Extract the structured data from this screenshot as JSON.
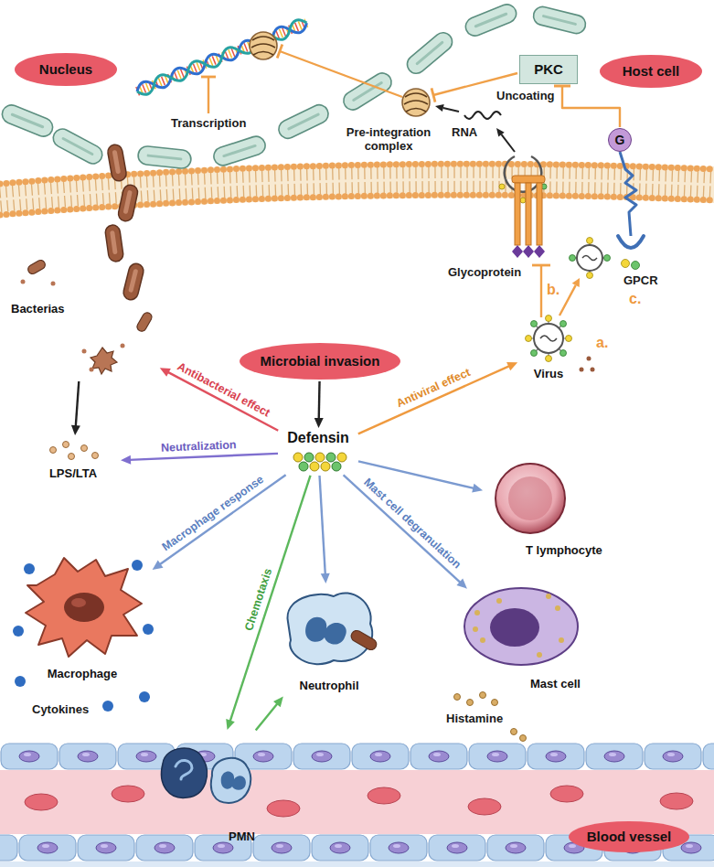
{
  "diagram": {
    "nodes": [
      {
        "text": [
          "Nucleus"
        ]
      },
      {
        "text": [
          "Host cell"
        ]
      },
      {
        "text": [
          "PKC"
        ]
      },
      {
        "text": [
          "G"
        ]
      },
      {
        "text": [
          "Bacterias"
        ]
      },
      {
        "text": [
          "Microbial invasion"
        ]
      },
      {
        "text": [
          "Virus"
        ]
      },
      {
        "text": [
          "Defensin"
        ]
      },
      {
        "text": [
          "LPS/LTA"
        ]
      },
      {
        "text": [
          "T lymphocyte"
        ]
      },
      {
        "text": [
          "Macrophage"
        ]
      },
      {
        "text": [
          "Neutrophil"
        ]
      },
      {
        "text": [
          "Mast cell"
        ]
      },
      {
        "text": [
          "PMN"
        ]
      },
      {
        "text": [
          "Blood vessel"
        ]
      }
    ],
    "edges": [
      {
        "from": 3,
        "to": 2,
        "arrow": "to"
      },
      {
        "from": 5,
        "to": 7,
        "arrow": "to"
      },
      {
        "from": 7,
        "to": 4,
        "label": "Antibacterial effect",
        "arrow": "to"
      },
      {
        "from": 4,
        "to": 8,
        "arrow": "to"
      },
      {
        "from": 7,
        "to": 8,
        "label": "Neutralization",
        "arrow": "to"
      },
      {
        "from": 7,
        "to": 6,
        "label": "Antiviral effect",
        "arrow": "to"
      },
      {
        "from": 7,
        "to": 9,
        "arrow": "to"
      },
      {
        "from": 7,
        "to": 10,
        "label": "Macrophage response",
        "arrow": "to"
      },
      {
        "from": 7,
        "to": 11,
        "arrow": "to"
      },
      {
        "from": 7,
        "to": 12,
        "label": "Mast cell degranulation",
        "arrow": "to"
      },
      {
        "from": 7,
        "to": 13,
        "label": "Chemotaxis",
        "arrow": "to"
      },
      {
        "from": 13,
        "to": 11,
        "arrow": "to"
      }
    ],
    "labels": [
      "Transcription",
      "Pre-integration complex",
      "RNA",
      "Uncoating",
      "Glycoprotein",
      "b.",
      "GPCR",
      "c.",
      "a.",
      "Cytokines",
      "Histamine"
    ]
  }
}
